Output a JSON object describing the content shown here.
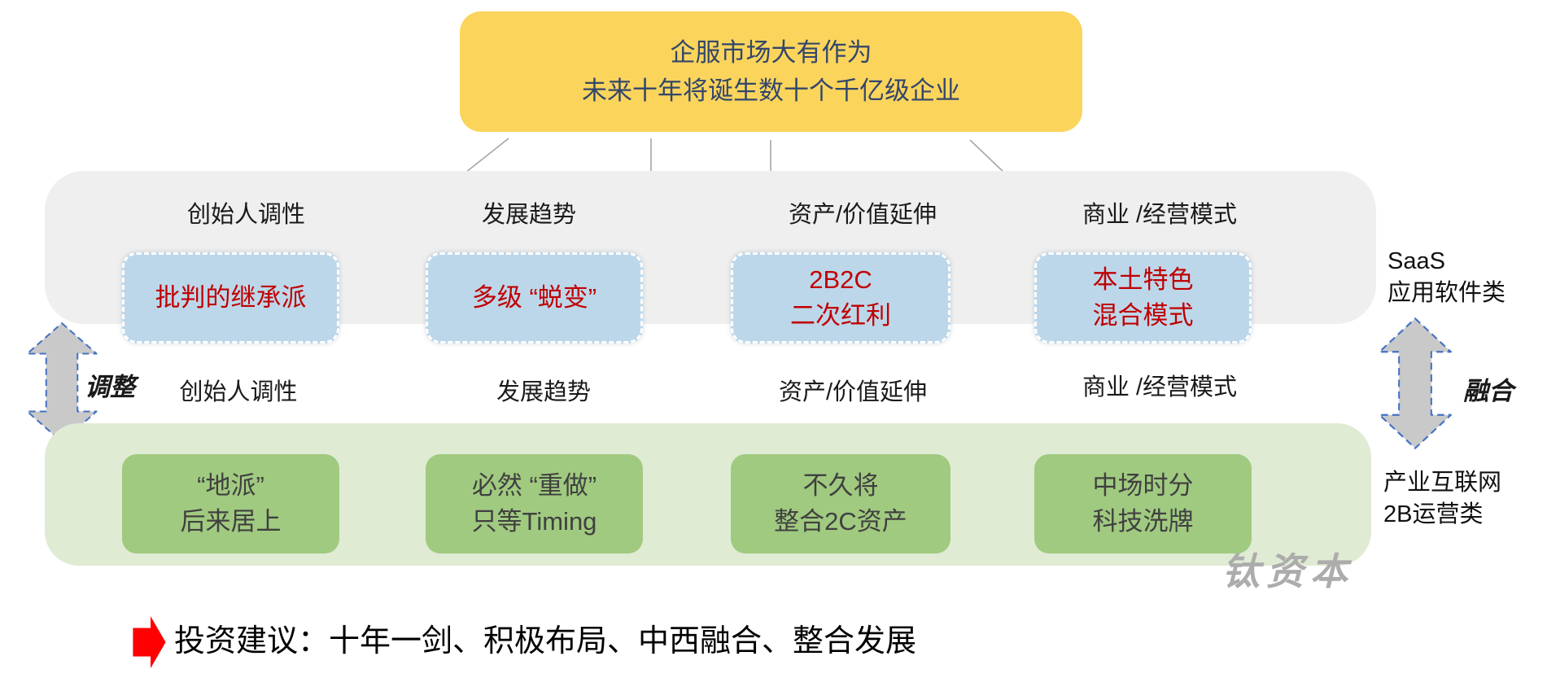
{
  "title_box": {
    "lines": [
      "企服市场大有作为",
      "未来十年将诞生数十个千亿级企业"
    ]
  },
  "saas_row": {
    "column_labels": [
      "创始人调性",
      "发展趋势",
      "资产/价值延伸",
      "商业 /经营模式"
    ],
    "boxes": [
      {
        "lines": [
          "批判的继承派"
        ]
      },
      {
        "lines": [
          "多级 “蜕变”"
        ]
      },
      {
        "lines": [
          "2B2C",
          "二次红利"
        ]
      },
      {
        "lines": [
          "本土特色",
          "混合模式"
        ]
      }
    ],
    "side_label": {
      "lines": [
        "SaaS",
        "应用软件类"
      ]
    }
  },
  "middle_row": {
    "column_labels": [
      "创始人调性",
      "发展趋势",
      "资产/价值延伸",
      "商业 /经营模式"
    ],
    "left_arrow_label": "调整",
    "right_arrow_label": "融合"
  },
  "b2b_row": {
    "boxes": [
      {
        "lines": [
          "“地派”",
          "后来居上"
        ]
      },
      {
        "lines": [
          "必然 “重做”",
          "只等Timing"
        ]
      },
      {
        "lines": [
          "不久将",
          "整合2C资产"
        ]
      },
      {
        "lines": [
          "中场时分",
          "科技洗牌"
        ]
      }
    ],
    "side_label": {
      "lines": [
        "产业互联网",
        "2B运营类"
      ]
    }
  },
  "watermark": "钛资本",
  "bottom": {
    "recommendation": "投资建议：十年一剑、积极布局、中西融合、整合发展"
  },
  "colors": {
    "yellow": "#FBD45C",
    "navy": "#33476B",
    "red": "#C00000",
    "gray_band": "#EFEFEF",
    "blue_box": "#BDD7EA",
    "green_band": "#DFEBD3",
    "green_box": "#A0CA80",
    "box_text_dark": "#404040",
    "arrow_fill": "#C9C9C9",
    "arrow_border": "#4472C4",
    "connector": "#A6A6A6",
    "bottom_arrow": "#FE0000",
    "watermark": "#ACACAC"
  }
}
